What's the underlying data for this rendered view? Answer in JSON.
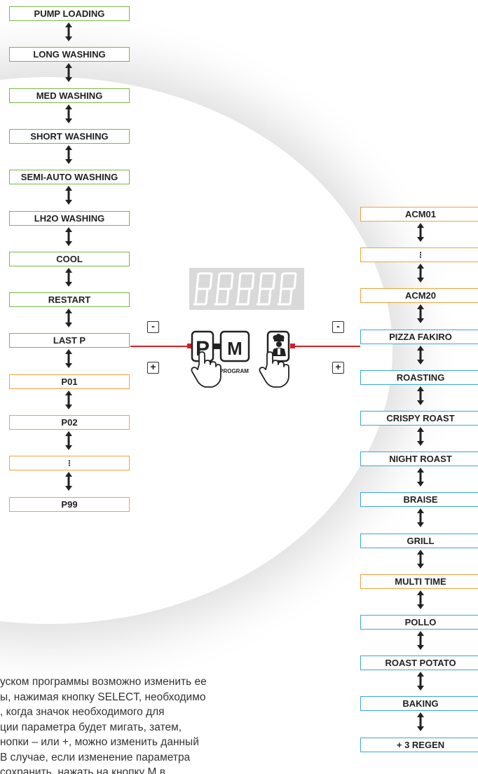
{
  "left_column": [
    {
      "label": "PUMP LOADING",
      "color": "green"
    },
    {
      "label": "LONG WASHING",
      "color": "green"
    },
    {
      "label": "MED WASHING",
      "color": "green"
    },
    {
      "label": "SHORT WASHING",
      "color": "green"
    },
    {
      "label": "SEMI-AUTO WASHING",
      "color": "green"
    },
    {
      "label": "LH2O WASHING",
      "color": "green"
    },
    {
      "label": "COOL",
      "color": "green"
    },
    {
      "label": "RESTART",
      "color": "green"
    },
    {
      "label": "LAST P",
      "color": "green"
    },
    {
      "label": "P01",
      "color": "orange"
    },
    {
      "label": "P02",
      "color": "orange"
    },
    {
      "label": "⁝",
      "color": "orange"
    },
    {
      "label": "P99",
      "color": "orange"
    }
  ],
  "right_column": [
    {
      "label": "ACM01",
      "color": "orange"
    },
    {
      "label": "⁝",
      "color": "orange"
    },
    {
      "label": "ACM20",
      "color": "orange"
    },
    {
      "label": "PIZZA FAKIRO",
      "color": "blue"
    },
    {
      "label": "ROASTING",
      "color": "blue"
    },
    {
      "label": "CRISPY ROAST",
      "color": "blue"
    },
    {
      "label": "NIGHT ROAST",
      "color": "blue"
    },
    {
      "label": "BRAISE",
      "color": "blue"
    },
    {
      "label": "GRILL",
      "color": "blue"
    },
    {
      "label": "MULTI TIME",
      "color": "orange"
    },
    {
      "label": "POLLO",
      "color": "blue"
    },
    {
      "label": "ROAST POTATO",
      "color": "blue"
    },
    {
      "label": "BAKING",
      "color": "blue"
    },
    {
      "label": "+ 3 REGEN",
      "color": "blue"
    }
  ],
  "controls": {
    "minus_label": "-",
    "plus_label": "+",
    "p_key": "P",
    "m_key": "M",
    "program_label": "PROGRAM"
  },
  "paragraph": [
    "уском программы возможно изменить ее",
    "ы, нажимая кнопку SELECT, необходимо",
    ",  когда  значок  необходимого  для",
    "ции  параметра  будет  мигать,  затем,",
    "нопки – или +, можно изменить данный",
    " В  случае,  если  изменение  параметра",
    "  сохранить,  нажать  на  кнопку  М  в"
  ],
  "colors": {
    "green": "#7ab648",
    "orange": "#f2a23a",
    "blue": "#3aa7dc",
    "red": "#d21f26",
    "display_bg": "#d9d9d9"
  }
}
